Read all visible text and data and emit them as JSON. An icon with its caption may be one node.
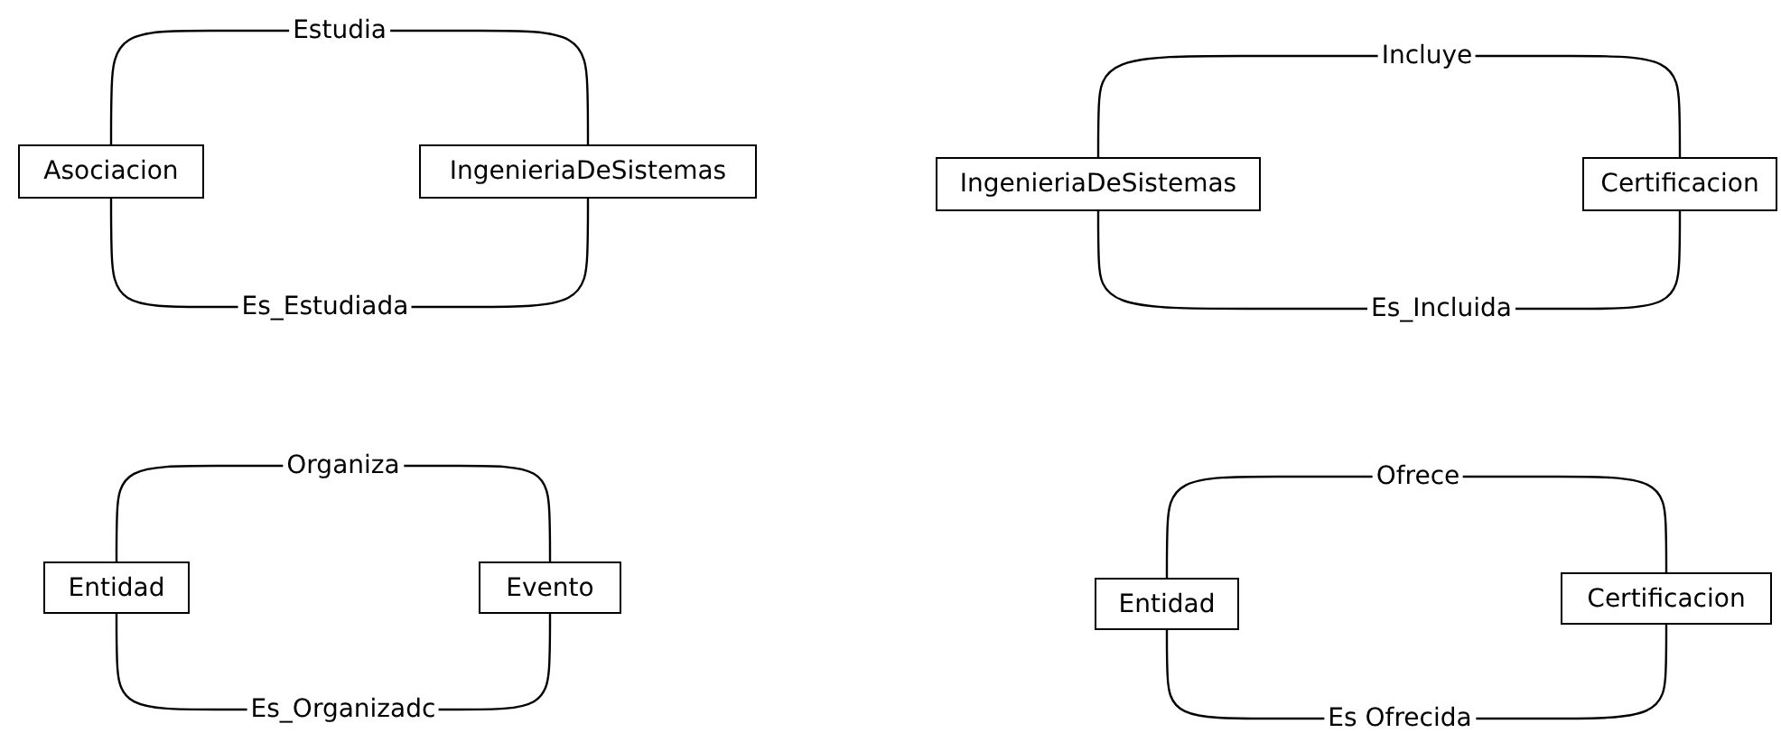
{
  "diagram": {
    "nodes": [
      {
        "text": [
          "Asociacion"
        ]
      },
      {
        "text": [
          "IngenieriaDeSistemas"
        ]
      },
      {
        "text": [
          "IngenieriaDeSistemas"
        ]
      },
      {
        "text": [
          "Certificacion"
        ]
      },
      {
        "text": [
          "Entidad"
        ]
      },
      {
        "text": [
          "Evento"
        ]
      },
      {
        "text": [
          "Entidad"
        ]
      },
      {
        "text": [
          "Certificacion"
        ]
      }
    ],
    "edges": [
      {
        "from": 0,
        "to": 1,
        "arrow": "none",
        "label": "Estudia"
      },
      {
        "from": 0,
        "to": 1,
        "arrow": "none",
        "label": "Es_Estudiada"
      },
      {
        "from": 2,
        "to": 3,
        "arrow": "none",
        "label": "Incluye"
      },
      {
        "from": 2,
        "to": 3,
        "arrow": "none",
        "label": "Es_Incluida"
      },
      {
        "from": 4,
        "to": 5,
        "arrow": "none",
        "label": "Organiza"
      },
      {
        "from": 4,
        "to": 5,
        "arrow": "none",
        "label": "Es_Organizadc"
      },
      {
        "from": 6,
        "to": 7,
        "arrow": "none",
        "label": "Ofrece"
      },
      {
        "from": 6,
        "to": 7,
        "arrow": "none",
        "label": "Es Ofrecida"
      }
    ]
  }
}
